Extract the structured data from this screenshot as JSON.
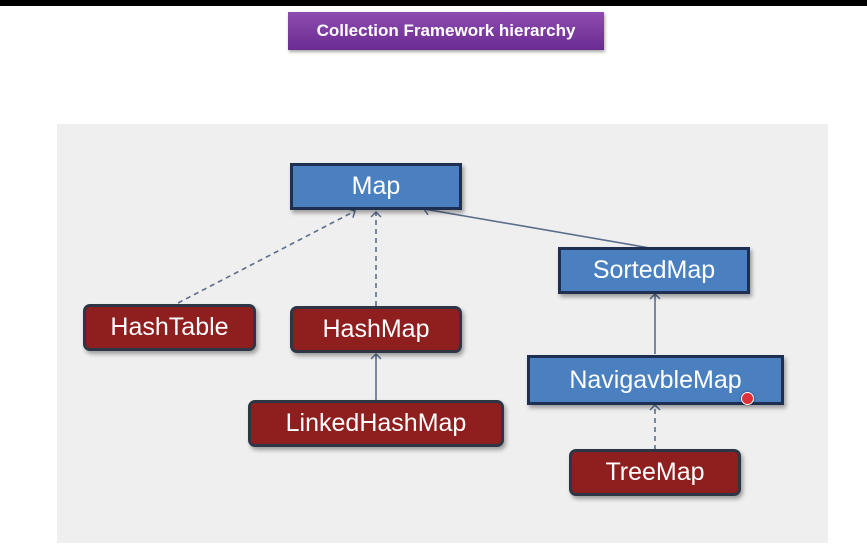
{
  "title": "Collection Framework hierarchy",
  "nodes": {
    "map": "Map",
    "sorted_map": "SortedMap",
    "hash_table": "HashTable",
    "hash_map": "HashMap",
    "navigable_map": "NavigavbleMap",
    "linked_hash_map": "LinkedHashMap",
    "tree_map": "TreeMap"
  },
  "colors": {
    "interface_fill": "#4a7fc0",
    "class_fill": "#8f1e1e",
    "title_fill": "#7b3aa3",
    "connector": "#5a6e8c"
  },
  "edges": [
    {
      "from": "hash_table",
      "to": "map",
      "style": "dashed"
    },
    {
      "from": "hash_map",
      "to": "map",
      "style": "dashed"
    },
    {
      "from": "sorted_map",
      "to": "map",
      "style": "solid"
    },
    {
      "from": "linked_hash_map",
      "to": "hash_map",
      "style": "solid"
    },
    {
      "from": "navigable_map",
      "to": "sorted_map",
      "style": "solid"
    },
    {
      "from": "tree_map",
      "to": "navigable_map",
      "style": "dashed"
    }
  ]
}
